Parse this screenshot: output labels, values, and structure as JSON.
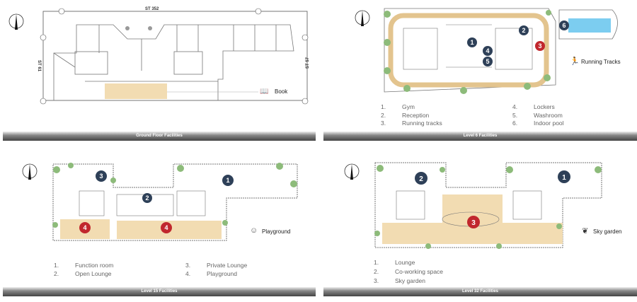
{
  "panels": [
    {
      "title": "Ground Floor Facilities",
      "streets": [
        "ST 352",
        "ST 61",
        "ST 57"
      ],
      "callout": "Book"
    },
    {
      "title": "Level 6 Facilities",
      "callout": "Running Tracks",
      "markers": [
        "1",
        "2",
        "3",
        "4",
        "5",
        "6"
      ],
      "legend": [
        {
          "n": "1.",
          "t": "Gym"
        },
        {
          "n": "2.",
          "t": "Reception"
        },
        {
          "n": "3.",
          "t": "Running tracks"
        },
        {
          "n": "4.",
          "t": "Lockers"
        },
        {
          "n": "5.",
          "t": "Washroom"
        },
        {
          "n": "6.",
          "t": "Indoor pool"
        }
      ]
    },
    {
      "title": "Level 15 Facilities",
      "callout": "Playground",
      "markers": [
        "1",
        "2",
        "3",
        "4",
        "4"
      ],
      "legend": [
        {
          "n": "1.",
          "t": "Function room"
        },
        {
          "n": "2.",
          "t": "Open Lounge"
        },
        {
          "n": "3.",
          "t": "Private Lounge"
        },
        {
          "n": "4.",
          "t": "Playground"
        }
      ]
    },
    {
      "title": "Level 32 Facilities",
      "callout": "Sky garden",
      "markers": [
        "1",
        "2",
        "3"
      ],
      "legend": [
        {
          "n": "1.",
          "t": "Lounge"
        },
        {
          "n": "2.",
          "t": "Co-working space"
        },
        {
          "n": "3.",
          "t": "Sky garden"
        }
      ]
    }
  ],
  "colors": {
    "highlight": "#f2dcb2",
    "marker": "#2e4058",
    "marker_alt": "#c1272d",
    "green": "#8dbb7a"
  }
}
